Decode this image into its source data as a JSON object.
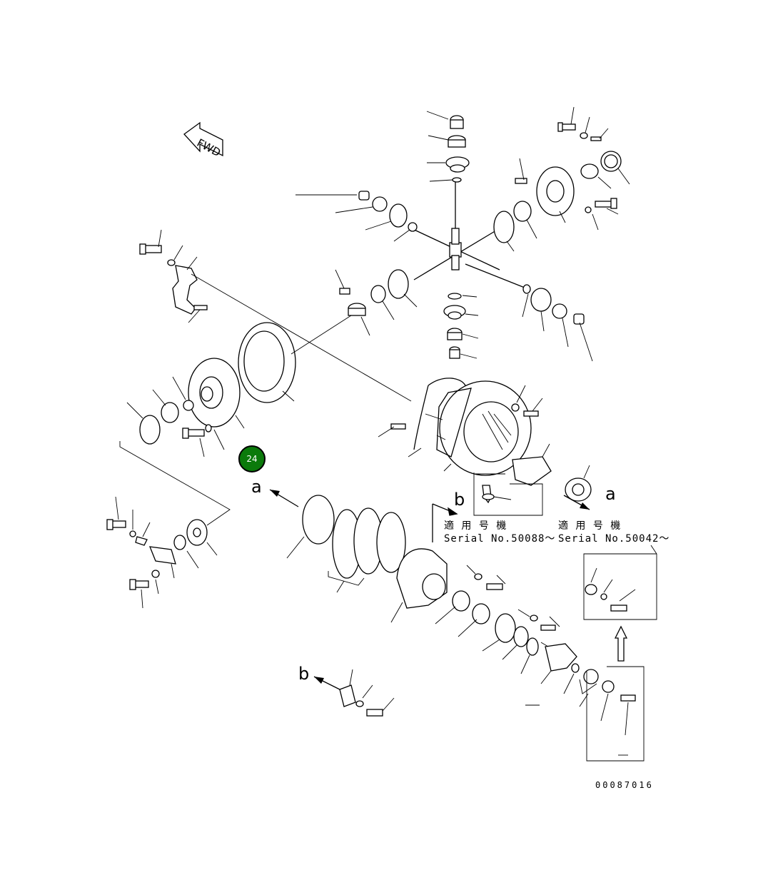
{
  "direction_marker": {
    "text": "FWD"
  },
  "callout": {
    "number": "24",
    "color": "#0b7a0b"
  },
  "ref_marks": {
    "a": "a",
    "b": "b"
  },
  "serial_notes": [
    {
      "heading": "適 用 号 機",
      "serial": "Serial No.50088～"
    },
    {
      "heading": "適 用 号 機",
      "serial": "Serial No.50042～"
    }
  ],
  "drawing_code": "00087016",
  "icons": {
    "callout": "numbered-callout-icon",
    "arrow": "reference-arrow-icon"
  }
}
